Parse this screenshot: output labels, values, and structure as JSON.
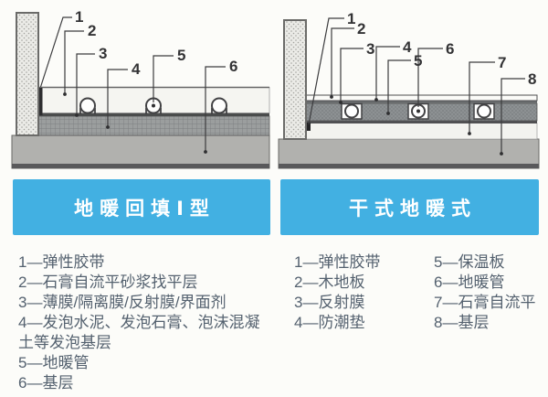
{
  "left_panel": {
    "banner": "地暖回填Ⅰ型",
    "callouts": [
      "1",
      "2",
      "3",
      "4",
      "5",
      "6"
    ],
    "legend": [
      "1—弹性胶带",
      "2—石膏自流平砂浆找平层",
      "3—薄膜/隔离膜/反射膜/界面剂",
      "4—发泡水泥、发泡石膏、泡沫混凝土等发泡基层",
      "5—地暖管",
      "6—基层"
    ]
  },
  "right_panel": {
    "banner": "干式地暖式",
    "callouts": [
      "1",
      "2",
      "3",
      "4",
      "5",
      "6",
      "7",
      "8"
    ],
    "legend_col1": [
      "1—弹性胶带",
      "2—木地板",
      "3—反射膜",
      "4—防潮垫"
    ],
    "legend_col2": [
      "5—保温板",
      "6—地暖管",
      "7—石膏自流平",
      "8—基层"
    ]
  },
  "colors": {
    "banner_blue": "#42b0e2",
    "legend_text": "#54616f"
  }
}
